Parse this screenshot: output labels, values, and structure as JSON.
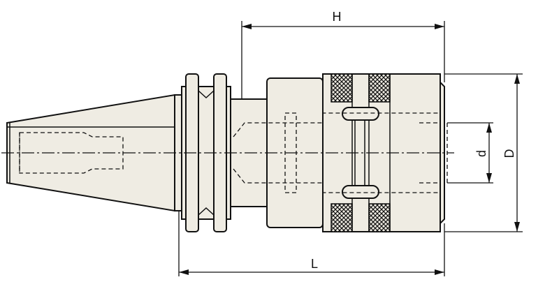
{
  "drawing": {
    "labels": {
      "H": "H",
      "L": "L",
      "d": "d",
      "D": "D"
    },
    "colors": {
      "body_fill": "#efece3",
      "line": "#111111",
      "background": "#ffffff"
    }
  }
}
